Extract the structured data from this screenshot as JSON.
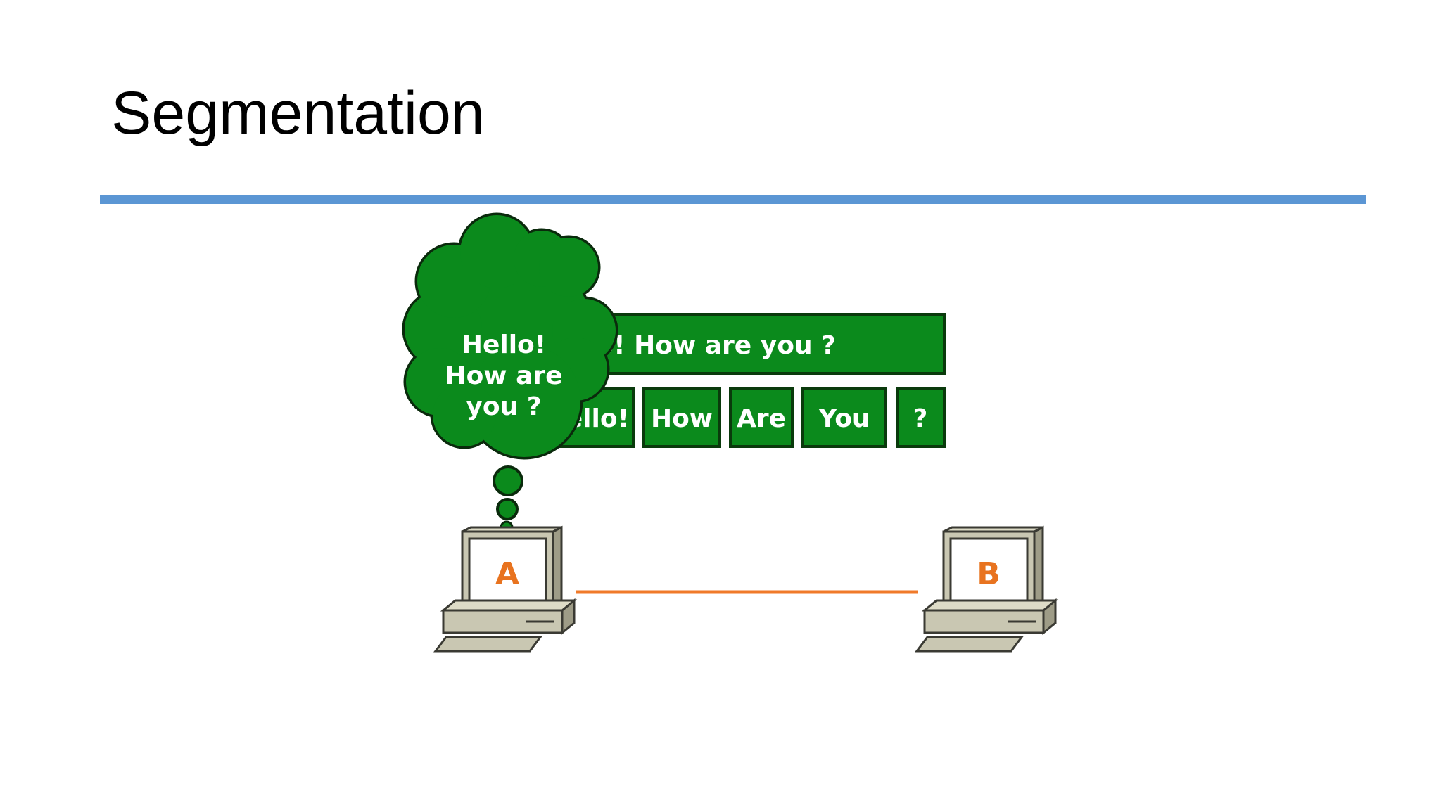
{
  "slide": {
    "title": "Segmentation"
  },
  "diagram": {
    "thought_bubble_lines": [
      "Hello!",
      "How are",
      "you ?"
    ],
    "message_bar": "Hello! How are  you ?",
    "segments": [
      "Hello!",
      "How",
      "Are",
      "You",
      "?"
    ],
    "computer_a_label": "A",
    "computer_b_label": "B"
  },
  "colors": {
    "accent_rule": "#5b96d4",
    "segment_green": "#0b8a1c",
    "link_orange": "#f07a2a",
    "pc_label_orange": "#e8731f"
  }
}
